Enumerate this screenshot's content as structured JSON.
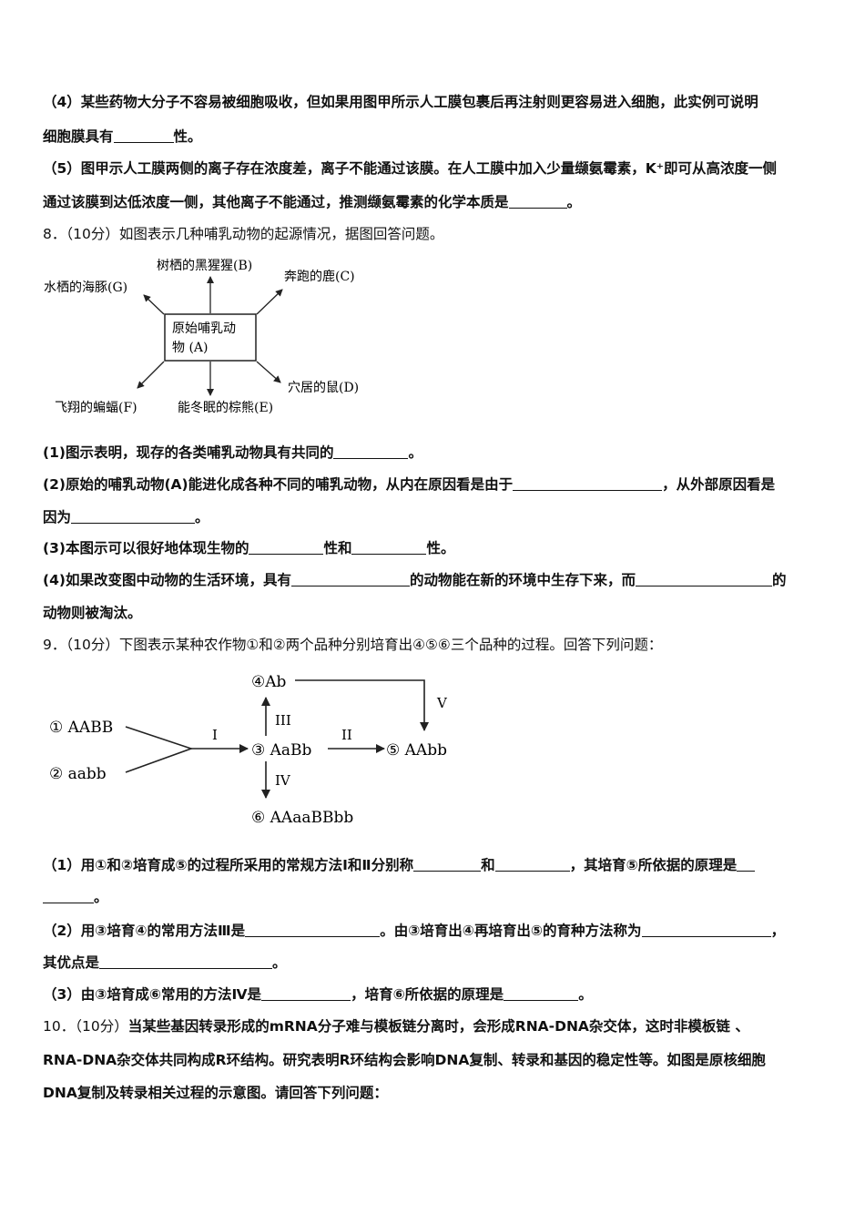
{
  "q7_parts": {
    "p4_line1": "（4）某些药物大分子不容易被细胞吸收，但如果用图甲所示人工膜包裹后再注射则更容易进入细胞，此实例可说明",
    "p4_line2_pre": "细胞膜具有",
    "p4_line2_post": "性。",
    "p5_line1": "（5）图甲示人工膜两侧的离子存在浓度差，离子不能通过该膜。在人工膜中加入少量缬氨霉素，K⁺即可从高浓度一侧",
    "p5_line2_pre": "通过该膜到达低浓度一侧，其他离子不能通过，推测缬氨霉素的化学本质是",
    "p5_line2_post": "。"
  },
  "q8": {
    "stem": "8．（10分）如图表示几种哺乳动物的起源情况，据图回答问题。",
    "diagram": {
      "center_line1": "原始哺乳动",
      "center_line2": "物 (A)",
      "b": "树栖的黑猩猩(B)",
      "c": "奔跑的鹿(C)",
      "d": "穴居的鼠(D)",
      "e": "能冬眠的棕熊(E)",
      "f": "飞翔的蝙蝠(F)",
      "g": "水栖的海豚(G)"
    },
    "s1_pre": "(1)图示表明，现存的各类哺乳动物具有共同的",
    "s1_post": "。",
    "s2_pre": "(2)原始的哺乳动物(A)能进化成各种不同的哺乳动物，从内在原因看是由于",
    "s2_mid": "，从外部原因看是",
    "s2b_pre": "因为",
    "s2b_post": "。",
    "s3_pre": "(3)本图示可以很好地体现生物的",
    "s3_mid": "性和",
    "s3_post": "性。",
    "s4_pre": "(4)如果改变图中动物的生活环境，具有",
    "s4_mid": "的动物能在新的环境中生存下来，而",
    "s4_post": "的",
    "s4b": "动物则被淘汰。"
  },
  "q9": {
    "stem": "9．（10分）下图表示某种农作物①和②两个品种分别培育出④⑤⑥三个品种的过程。回答下列问题：",
    "diagram": {
      "n1": "① AABB",
      "n2": "② aabb",
      "n3": "③ AaBb",
      "n4": "④Ab",
      "n5": "⑤ AAbb",
      "n6": "⑥ AAaaBBbb",
      "l1": "I",
      "l2": "II",
      "l3": "III",
      "l4": "IV",
      "l5": "V"
    },
    "s1_pre": "（1）用①和②培育成⑤的过程所采用的常规方法Ⅰ和Ⅱ分别称",
    "s1_mid": "和",
    "s1_post": "，其培育⑤所依据的原理是",
    "s1b_post": "。",
    "s2_pre": "（2）用③培育④的常用方法Ⅲ是",
    "s2_mid": "。由③培育出④再培育出⑤的育种方法称为",
    "s2_post": "，",
    "s2b_pre": "其优点是",
    "s2b_post": "。",
    "s3_pre": "（3）由③培育成⑥常用的方法Ⅳ是",
    "s3_mid": "，培育⑥所依据的原理是",
    "s3_post": "。"
  },
  "q10": {
    "line1_pre": "10．（10分）",
    "line1_b": "当某些基因转录形成的mRNA分子难与模板链分离时，会形成RNA-DNA杂交体，这时非模板链 、",
    "line2": "RNA-DNA杂交体共同构成R环结构。研究表明R环结构会影响DNA复制、转录和基因的稳定性等。如图是原核细胞",
    "line3": "DNA复制及转录相关过程的示意图。请回答下列问题："
  }
}
